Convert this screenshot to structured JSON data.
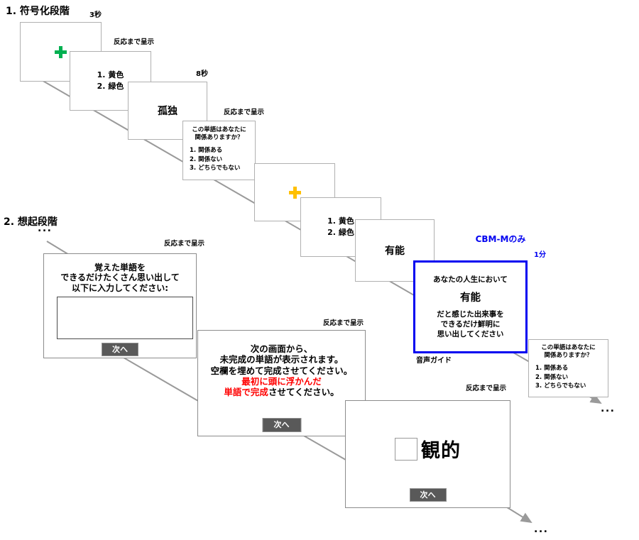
{
  "colors": {
    "fixation_green": "#00b050",
    "fixation_orange": "#ffc000",
    "cbm_blue": "#0000f0",
    "warning_red": "#ff0000",
    "connector_gray": "#9a9a9a",
    "button_gray": "#595959"
  },
  "phase1": {
    "heading": "1. 符号化段階",
    "fixation1": {
      "duration": "3秒",
      "symbol": "+"
    },
    "color_question1": {
      "label": "反応まで呈示",
      "options": [
        "1. 黄色",
        "2. 緑色"
      ]
    },
    "word1": {
      "duration": "8秒",
      "word": "孤独"
    },
    "relevance_question1": {
      "label": "反応まで呈示",
      "question_line1": "この単語はあなたに",
      "question_line2": "関係ありますか？",
      "options": [
        "1. 関係ある",
        "2. 関係ない",
        "3. どちらでもない"
      ]
    },
    "fixation2": {
      "symbol": "+"
    },
    "color_question2": {
      "options": [
        "1. 黄色",
        "2. 緑色"
      ]
    },
    "word2": {
      "word": "有能"
    },
    "cbm_card": {
      "condition_tag": "CBM-Mのみ",
      "duration": "1分",
      "line1": "あなたの人生において",
      "target_word": "有能",
      "line2": "だと感じた出来事を",
      "line3": "できるだけ鮮明に",
      "line4": "思い出してください",
      "caption": "音声ガイド"
    },
    "relevance_question2": {
      "question_line1": "この単語はあなたに",
      "question_line2": "関係ありますか？",
      "options": [
        "1. 関係ある",
        "2. 関係ない",
        "3. どちらでもない"
      ]
    },
    "ellipsis": "..."
  },
  "phase2": {
    "heading": "2. 想起段階",
    "ellipsis_start": "...",
    "free_recall": {
      "label": "反応まで呈示",
      "line1": "覚えた単語を",
      "line2": "できるだけたくさん思い出して",
      "line3": "以下に入力してください:",
      "input_value": "",
      "button": "次へ"
    },
    "completion_instruction": {
      "label": "反応まで呈示",
      "line1": "次の画面から、",
      "line2": "未完成の単語が表示されます。",
      "line3": "空欄を埋めて完成させてください。",
      "red_line": "最初に頭に浮かんだ",
      "red_part": "単語で完成",
      "black_part": "させてください。",
      "button": "次へ"
    },
    "word_fragment": {
      "label": "反応まで呈示",
      "fragment": "観的",
      "button": "次へ"
    },
    "ellipsis_end": "..."
  }
}
